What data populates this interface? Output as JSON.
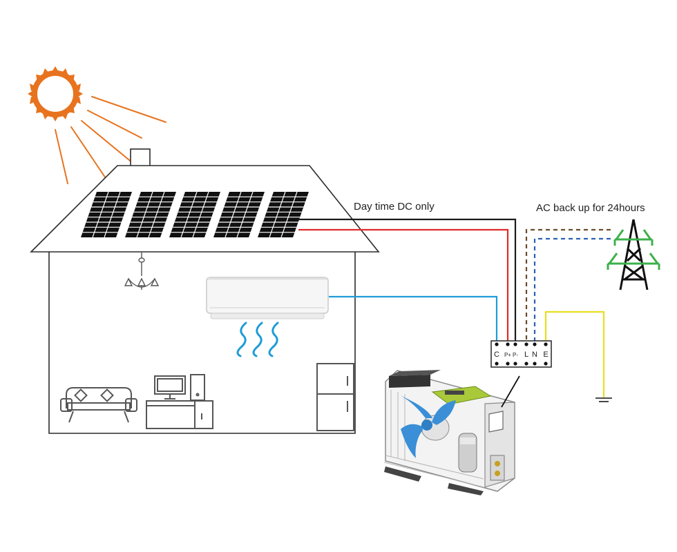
{
  "labels": {
    "daytime_dc": "Day time DC only",
    "ac_backup": "AC back up for 24hours"
  },
  "terminal_block": {
    "terminals": [
      "C",
      "P+",
      "P-",
      "L",
      "N",
      "E"
    ]
  },
  "wire_colors": {
    "dc_negative": "#1a1a1a",
    "dc_positive": "#e02a2a",
    "comm": "#1e9bd7",
    "ac_line": "#6b4a2a",
    "ac_neutral": "#2b5fb3",
    "earth": "#e8de1e"
  },
  "colors": {
    "sun": "#e8731e",
    "pylon_green": "#3cb04a",
    "fan_blue": "#3a8fd6",
    "board_green": "#a9c93a"
  }
}
